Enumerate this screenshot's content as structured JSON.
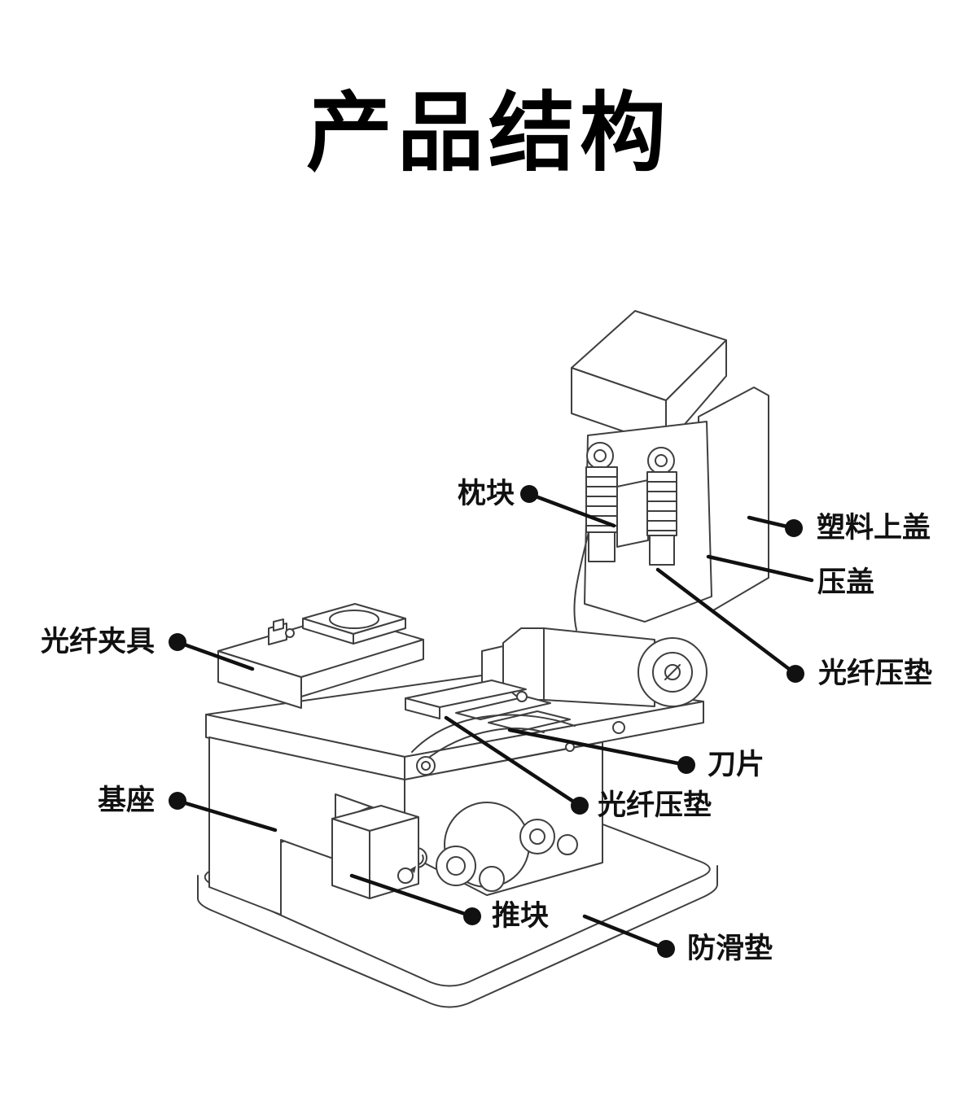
{
  "title": "产品结构",
  "colors": {
    "background": "#ffffff",
    "text": "#111111",
    "leader_line": "#111111",
    "drawing_stroke": "#3f3f3f"
  },
  "labels": [
    {
      "id": "pillow-block",
      "text": "枕块"
    },
    {
      "id": "plastic-top-cover",
      "text": "塑料上盖"
    },
    {
      "id": "press-cap",
      "text": "压盖"
    },
    {
      "id": "fiber-pressure-pad-upper",
      "text": "光纤压垫"
    },
    {
      "id": "fiber-clamp",
      "text": "光纤夹具"
    },
    {
      "id": "blade",
      "text": "刀片"
    },
    {
      "id": "fiber-pressure-pad-lower",
      "text": "光纤压垫"
    },
    {
      "id": "base",
      "text": "基座"
    },
    {
      "id": "push-block",
      "text": "推块"
    },
    {
      "id": "anti-slip-pad",
      "text": "防滑垫"
    }
  ]
}
